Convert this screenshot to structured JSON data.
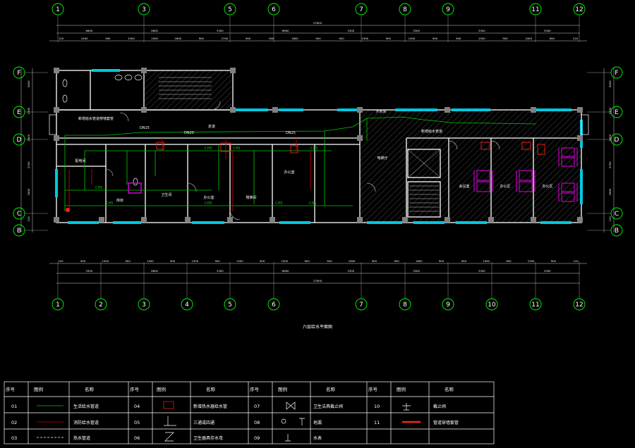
{
  "plan_title": "六层给水平面图",
  "axes": {
    "top_numbers": [
      "1",
      "3",
      "5",
      "6",
      "7",
      "8",
      "9",
      "11",
      "12"
    ],
    "bottom_numbers": [
      "1",
      "2",
      "3",
      "4",
      "5",
      "6",
      "7",
      "8",
      "9",
      "10",
      "11",
      "12"
    ],
    "side_letters": [
      "F",
      "E",
      "D",
      "C",
      "B"
    ]
  },
  "dimensions": {
    "top_total": "27800",
    "top_row1": [
      "6600",
      "6600",
      "3300",
      "6600",
      "3300",
      "3300",
      "3300",
      "3300"
    ],
    "top_row2": [
      "120",
      "2400",
      "900",
      "1500",
      "1500",
      "1800",
      "900",
      "2700",
      "900",
      "900",
      "1800",
      "900",
      "900",
      "1500",
      "900",
      "1500",
      "900",
      "900",
      "1500",
      "900",
      "2400",
      "900",
      "120"
    ],
    "bottom_total": "27800",
    "bottom_row1": [
      "3300",
      "6600",
      "3300",
      "6600",
      "3300",
      "3300",
      "3300",
      "3300"
    ],
    "bottom_row2": [
      "120",
      "900",
      "1500",
      "900",
      "1500",
      "900",
      "1500",
      "900",
      "1500",
      "900",
      "1500",
      "900",
      "900",
      "1800",
      "900",
      "900",
      "1800",
      "900",
      "900",
      "1500",
      "900",
      "1500",
      "900",
      "120"
    ],
    "side_left": [
      "5400",
      "1500",
      "2400",
      "2700",
      "1800",
      "120"
    ],
    "side_right": [
      "5400",
      "1500",
      "2400",
      "2700",
      "1800",
      "120"
    ]
  },
  "pipe_label": "CH5",
  "room_labels": [
    {
      "text": "新增给水管道穿墙套管"
    },
    {
      "text": "DN15"
    },
    {
      "text": "DN20"
    },
    {
      "text": "DN25"
    },
    {
      "text": "配电间"
    },
    {
      "text": "库房"
    },
    {
      "text": "卫生间"
    },
    {
      "text": "办公室"
    },
    {
      "text": "电梯厅"
    },
    {
      "text": "走道"
    },
    {
      "text": "楼梯间"
    },
    {
      "text": "新增给水管道"
    },
    {
      "text": "会议室"
    },
    {
      "text": "办公区"
    },
    {
      "text": "开水间"
    }
  ],
  "legend": {
    "header_no": "序号",
    "header_sym": "图例",
    "header_name": "名称",
    "rows": [
      [
        "01",
        "生活给水管道",
        "04",
        "新增热水器给水管",
        "07",
        "卫生洁具截止阀",
        "10",
        "截止阀"
      ],
      [
        "02",
        "消防给水管道",
        "05",
        "三通或四通",
        "08",
        "地漏",
        "11",
        "管道穿墙套管"
      ],
      [
        "03",
        "热水管道",
        "06",
        "卫生器具存水弯",
        "09",
        "水表",
        null,
        null
      ]
    ]
  },
  "colors": {
    "background": "#000000",
    "wall": "#ffffff",
    "column": "#808080",
    "window": "#00c8e0",
    "water_pipe": "#00cc00",
    "fire_pipe": "#cc0000",
    "furniture": "#d400d4",
    "axis_circle": "#00ff00"
  },
  "icons": [
    "valve-icon",
    "floor-drain-icon",
    "water-meter-icon",
    "tee-icon",
    "elbow-icon",
    "sleeve-icon",
    "heater-icon"
  ]
}
